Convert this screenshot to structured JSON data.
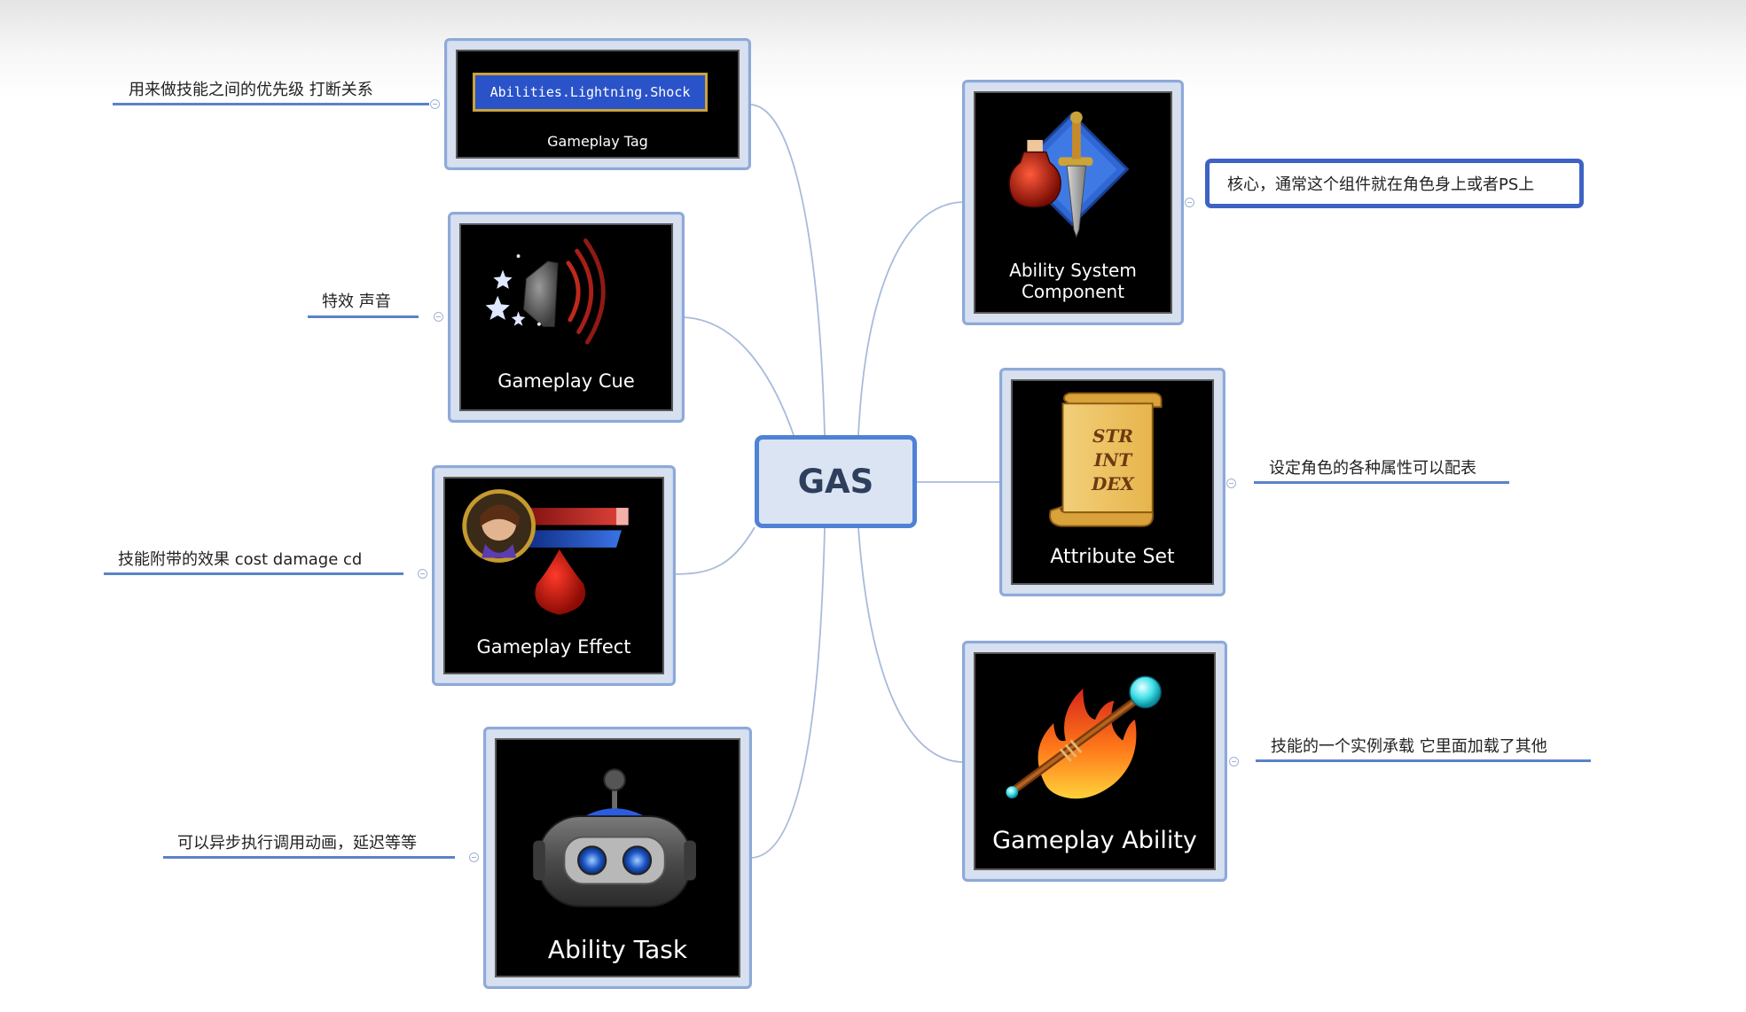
{
  "root": {
    "label": "GAS"
  },
  "nodes": {
    "gameplay_tag": {
      "title": "Gameplay Tag",
      "tag_text": "Abilities.Lightning.Shock",
      "note": "用来做技能之间的优先级  打断关系"
    },
    "gameplay_cue": {
      "title": "Gameplay Cue",
      "note": "特效  声音"
    },
    "gameplay_effect": {
      "title": "Gameplay Effect",
      "note": "技能附带的效果 cost  damage  cd"
    },
    "ability_task": {
      "title": "Ability Task",
      "note": "可以异步执行调用动画，延迟等等"
    },
    "ability_system_component": {
      "title_line1": "Ability System",
      "title_line2": "Component",
      "note": "核心，通常这个组件就在角色身上或者PS上"
    },
    "attribute_set": {
      "title": "Attribute Set",
      "scroll_lines": [
        "STR",
        "INT",
        "DEX"
      ],
      "note": "设定角色的各种属性可以配表"
    },
    "gameplay_ability": {
      "title": "Gameplay Ability",
      "note": "技能的一个实例承载  它里面加载了其他"
    }
  },
  "colors": {
    "node_frame": "#d7e0ef",
    "node_border": "#8ea9d9",
    "root_border": "#4f82d6",
    "connector": "#a9bbdb",
    "note_underline": "#5b82c8",
    "highlight_border": "#3e63c4"
  }
}
